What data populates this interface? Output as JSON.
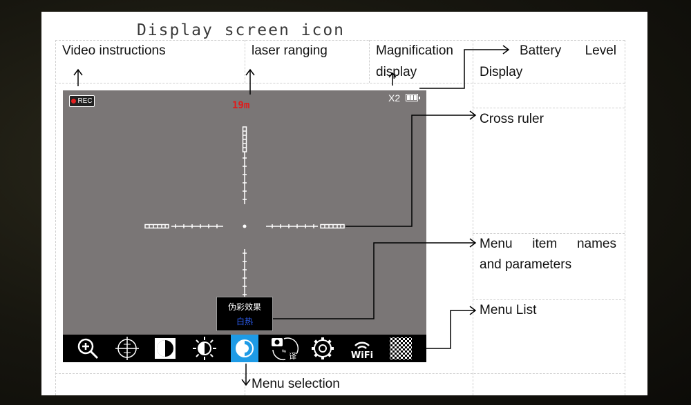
{
  "document": {
    "title": "Display screen icon",
    "labels": {
      "video": "Video instructions",
      "laser": "laser ranging",
      "magnification_line1": "Magnification",
      "magnification_line2": "display",
      "battery_word1": "Battery",
      "battery_word2": "Level",
      "battery_line2": "Display",
      "cross": "Cross ruler",
      "menu_names_line1_words": [
        "Menu",
        "item",
        "names"
      ],
      "menu_names_line2": "and parameters",
      "menu_list": "Menu List",
      "menu_selection": "Menu selection"
    }
  },
  "screen": {
    "rec_text": "REC",
    "range_value": "19m",
    "magnification_value": "X2",
    "popup": {
      "name": "伪彩效果",
      "value": "白热"
    },
    "menu_items": [
      {
        "name": "zoom-icon",
        "selected": false
      },
      {
        "name": "crosshair-icon",
        "selected": false
      },
      {
        "name": "contrast-icon",
        "selected": false
      },
      {
        "name": "brightness-icon",
        "selected": false
      },
      {
        "name": "pseudo-color-icon",
        "selected": true
      },
      {
        "name": "photo-translate-icon",
        "selected": false,
        "text": "译"
      },
      {
        "name": "settings-gear-icon",
        "selected": false
      },
      {
        "name": "wifi-icon",
        "selected": false,
        "text": "WiFi"
      },
      {
        "name": "checkerboard-icon",
        "selected": false
      }
    ],
    "colors": {
      "screen_bg": "#7a7676",
      "range_text": "#e11a1a",
      "selected_item": "#1e9be6",
      "popup_value": "#2c5df0"
    }
  }
}
